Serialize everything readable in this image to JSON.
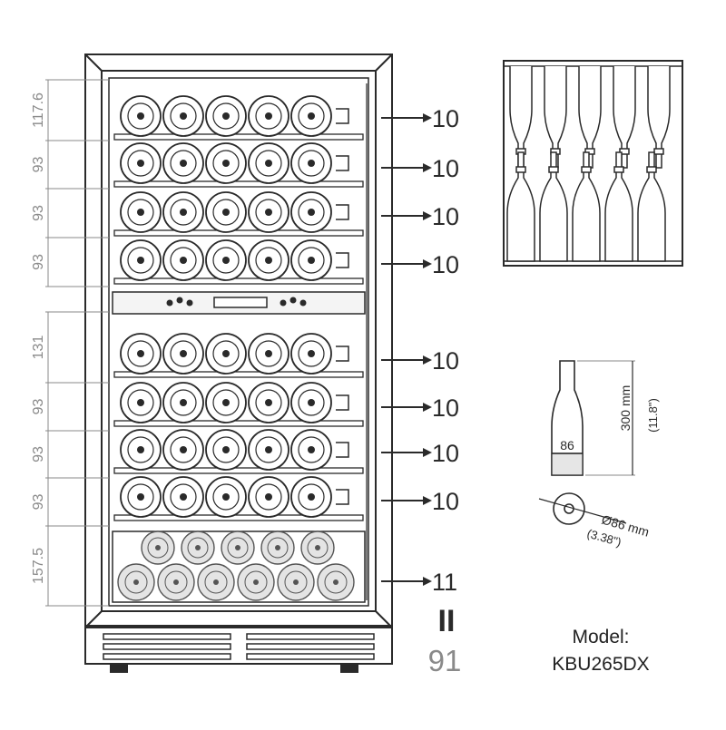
{
  "cabinet": {
    "shelves": [
      {
        "spacing": "117.6",
        "count": "10"
      },
      {
        "spacing": "93",
        "count": "10"
      },
      {
        "spacing": "93",
        "count": "10"
      },
      {
        "spacing": "93",
        "count": "10"
      },
      {
        "spacing": "131",
        "count": "10"
      },
      {
        "spacing": "93",
        "count": "10"
      },
      {
        "spacing": "93",
        "count": "10"
      },
      {
        "spacing": "93",
        "count": "10"
      },
      {
        "spacing": "157.5",
        "count": "11"
      }
    ],
    "total_equals": "II",
    "total": "91"
  },
  "bottle": {
    "diameter_label": "86",
    "height_label": "300 mm",
    "height_inch": "(11.8\")",
    "round_diameter": "Ø86 mm",
    "round_inch": "(3.38\")"
  },
  "model": {
    "label": "Model:",
    "name": "KBU265DX"
  },
  "colors": {
    "line": "#2a2a2a",
    "dim": "#888888",
    "fill_light": "#efefef",
    "fill_dark": "#d8d8d8"
  }
}
